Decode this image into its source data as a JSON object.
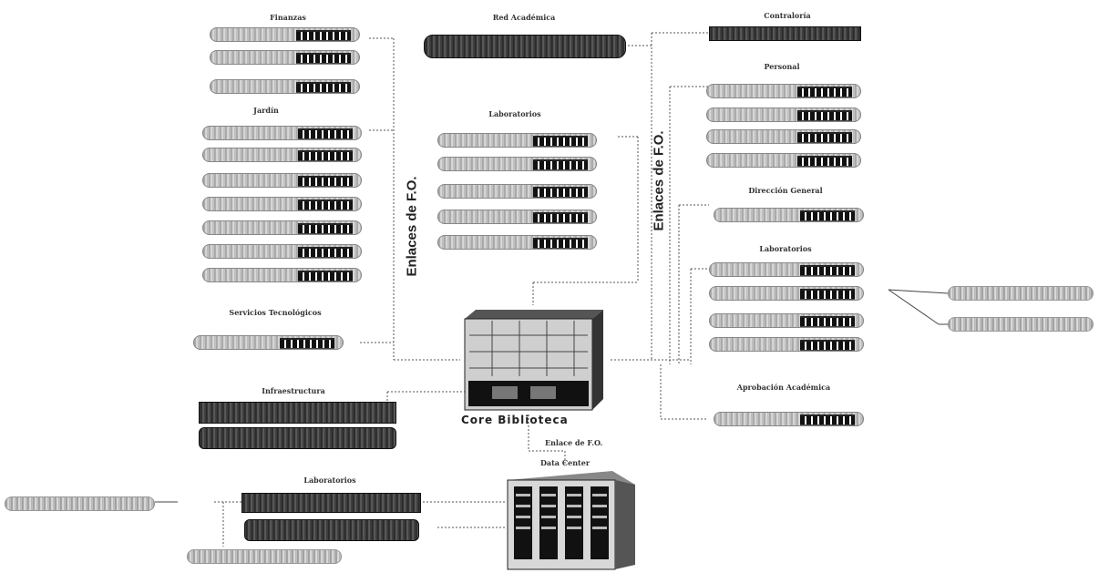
{
  "groups": {
    "finanzas": "Finanzas",
    "jardin": "Jardín",
    "servicios": "Servicios Tecnológicos",
    "infraestructura": "Infraestructura",
    "laboratorios_planta": "Laboratorios",
    "red_academica": "Red Académica",
    "contraloria": "Contraloría",
    "personal": "Personal",
    "direccion": "Dirección General",
    "laboratorios": "Laboratorios",
    "aprobacion": "Aprobación Académica"
  },
  "links": {
    "enlace_left": "Enlaces de F.O.",
    "enlace_right": "Enlaces de F.O.",
    "enlace_bottom": "Enlace de F.O."
  },
  "core": {
    "label": "Core Biblioteca",
    "bottom_title": "Data Center"
  }
}
